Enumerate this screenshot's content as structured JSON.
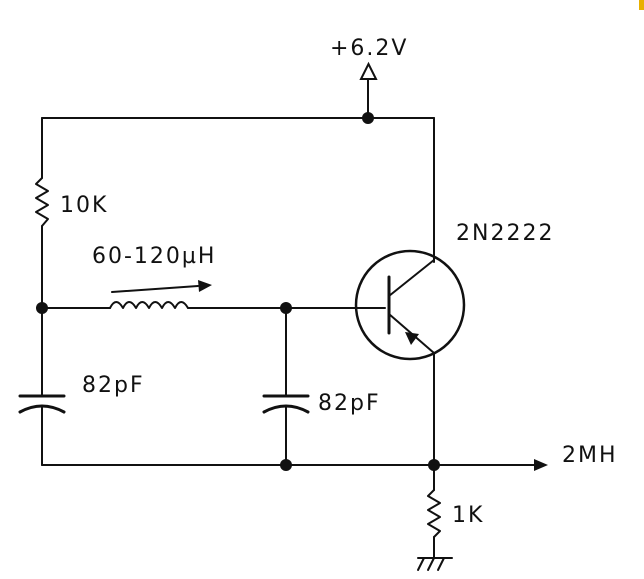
{
  "labels": {
    "supply": "+6.2V",
    "resistor_top": "10K",
    "inductor": "60-120µH",
    "transistor": "2N2222",
    "cap_left": "82pF",
    "cap_right": "82pF",
    "output": "2MH",
    "resistor_bottom": "1K"
  },
  "colors": {
    "ink": "#111111",
    "background": "#ffffff"
  }
}
